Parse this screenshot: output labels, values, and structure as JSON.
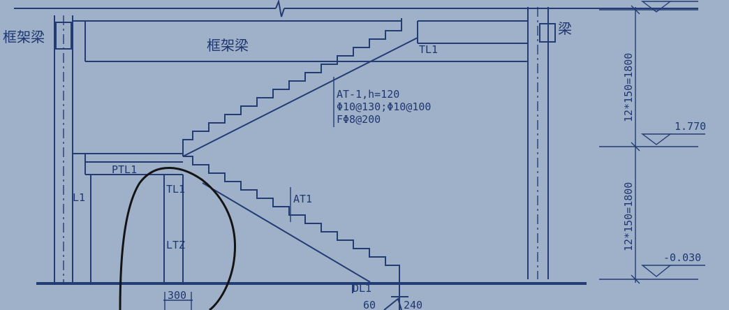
{
  "labels": {
    "frame_beam_left": "框架梁",
    "frame_beam_center": "框架梁",
    "beam_right": "梁",
    "tl1_top": "TL1",
    "tl1_mid": "TL1",
    "ptl1": "PTL1",
    "l1": "L1",
    "ltz": "LTZ",
    "at1": "AT1",
    "dl1": "DL1"
  },
  "spec": {
    "line1": "AT-1,h=120",
    "line2": "Φ10@130;Φ10@100",
    "line3": "FΦ8@200"
  },
  "dimensions": {
    "upper_flight": "12*150=1800",
    "lower_flight": "12*150=1800",
    "width": "300",
    "dim_60": "60",
    "dim_240": "240"
  },
  "elevations": {
    "mid_landing": "1.770",
    "ground": "-0.030"
  }
}
